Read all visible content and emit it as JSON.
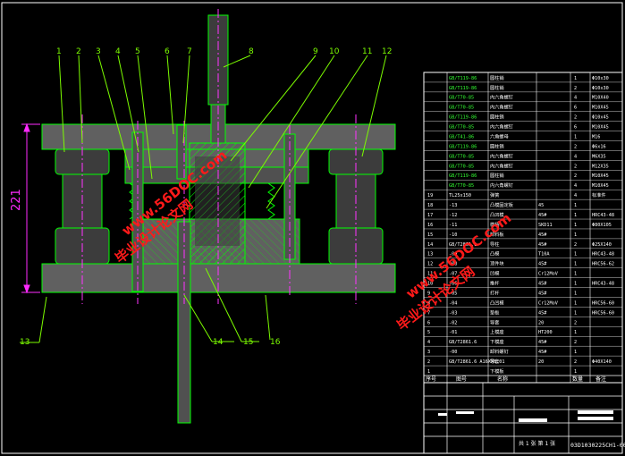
{
  "colors": {
    "background": "#000000",
    "frame": "#ffffff",
    "part": "#606060",
    "part_dark": "#3c3c3c",
    "hatch": "#00ff00",
    "leader": "#7cfc00",
    "dim": "#ff2bff",
    "centerline": "#ff33ff",
    "watermark": "#ff1a1a",
    "bom_green": "#33ff33"
  },
  "dimension": {
    "height_label": "221"
  },
  "part_labels": [
    "1",
    "2",
    "3",
    "4",
    "5",
    "6",
    "7",
    "8",
    "9",
    "10",
    "11",
    "12",
    "13",
    "14",
    "15",
    "16"
  ],
  "watermarks": [
    {
      "line1": "毕业设计论文网",
      "line2": "www.56DOC.com"
    },
    {
      "line1": "毕业设计论文网",
      "line2": "www.56DOC.com"
    }
  ],
  "bom": {
    "rows": [
      {
        "code": "GB/T119-86",
        "name": "圆柱销",
        "qty": "1",
        "material": "",
        "note": "Φ10x30"
      },
      {
        "code": "GB/T119-86",
        "name": "圆柱销",
        "qty": "2",
        "material": "",
        "note": "Φ10x30"
      },
      {
        "code": "GB/T70-85",
        "name": "内六角螺钉",
        "qty": "4",
        "material": "",
        "note": "M10X40"
      },
      {
        "code": "GB/T70-85",
        "name": "内六角螺钉",
        "qty": "6",
        "material": "",
        "note": "M10X45"
      },
      {
        "code": "GB/T119-86",
        "name": "圆柱销",
        "qty": "2",
        "material": "",
        "note": "Φ10x45"
      },
      {
        "code": "GB/T70-85",
        "name": "内六角螺钉",
        "qty": "6",
        "material": "",
        "note": "M10X45"
      },
      {
        "code": "GB/T41-86",
        "name": "六角螺母",
        "qty": "1",
        "material": "",
        "note": "M16"
      },
      {
        "code": "GB/T119-86",
        "name": "圆柱销",
        "qty": "2",
        "material": "",
        "note": "Φ6x16"
      },
      {
        "code": "GB/T70-85",
        "name": "内六角螺钉",
        "qty": "4",
        "material": "",
        "note": "M6X35"
      },
      {
        "code": "GB/T70-85",
        "name": "内六角螺钉",
        "qty": "2",
        "material": "",
        "note": "M12X35"
      },
      {
        "code": "GB/T119-86",
        "name": "圆柱销",
        "qty": "2",
        "material": "",
        "note": "M10X45"
      },
      {
        "code": "GB/T70-85",
        "name": "内六角螺钉",
        "qty": "4",
        "material": "",
        "note": "M10X45"
      },
      {
        "code": "TL25x150",
        "name": "弹簧",
        "qty": "4",
        "material": "",
        "note": "标准件"
      },
      {
        "code": "-13",
        "name": "凸模固定板",
        "qty": "1",
        "material": "45",
        "note": ""
      },
      {
        "code": "-12",
        "name": "凸凹模",
        "qty": "1",
        "material": "45#",
        "note": "HRC43-48"
      },
      {
        "code": "-11",
        "name": "模柄",
        "qty": "1",
        "material": "SKD11",
        "note": "Φ80X105"
      },
      {
        "code": "-10",
        "name": "卸料板",
        "qty": "1",
        "material": "45#",
        "note": ""
      },
      {
        "code": "GB/T2861.1",
        "name": "导柱",
        "qty": "2",
        "material": "45#",
        "note": "Φ25X140"
      },
      {
        "code": "-09",
        "name": "凸模",
        "qty": "1",
        "material": "T10A",
        "note": "HRC43-48"
      },
      {
        "code": "-08",
        "name": "顶件块",
        "qty": "1",
        "material": "45#",
        "note": "HRC56-62"
      },
      {
        "code": "-07",
        "name": "凹模",
        "qty": "1",
        "material": "Cr12MoV",
        "note": ""
      },
      {
        "code": "-06",
        "name": "推杆",
        "qty": "1",
        "material": "45#",
        "note": "HRC43-48"
      },
      {
        "code": "-05",
        "name": "打杆",
        "qty": "1",
        "material": "45#",
        "note": ""
      },
      {
        "code": "-04",
        "name": "凸凹模",
        "qty": "1",
        "material": "Cr12MoV",
        "note": "HRC56-60"
      },
      {
        "code": "-03",
        "name": "垫板",
        "qty": "1",
        "material": "45#",
        "note": "HRC56-60"
      },
      {
        "code": "-02",
        "name": "导套",
        "qty": "2",
        "material": "20",
        "note": ""
      },
      {
        "code": "-01",
        "name": "上模座",
        "qty": "1",
        "material": "HT200",
        "note": ""
      },
      {
        "code": "GB/T2861.6",
        "name": "下模座",
        "qty": "2",
        "material": "45#",
        "note": ""
      },
      {
        "code": "-00",
        "name": "卸料螺钉",
        "qty": "1",
        "material": "45#",
        "note": ""
      },
      {
        "code": "GB/T2861.6 A16XX6.01",
        "name": "导套",
        "qty": "2",
        "material": "20",
        "note": "Φ40X140"
      },
      {
        "code": "",
        "name": "下模板",
        "qty": "1",
        "material": "",
        "note": ""
      }
    ],
    "header": {
      "seq": "序号",
      "code": "图号",
      "name": "名称",
      "qty": "数量",
      "note": "备注"
    }
  },
  "title_block": {
    "drawing_number": "03D1030225CH1-00",
    "sheet": "共 1 张 第 1 张"
  }
}
